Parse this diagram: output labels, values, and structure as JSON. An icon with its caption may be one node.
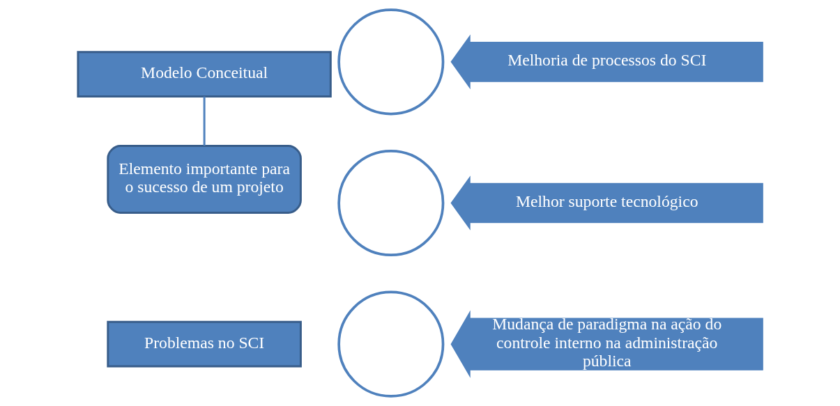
{
  "diagram": {
    "nodes": [
      {
        "text": [
          "Problemas no SCI"
        ]
      },
      {
        "text": [
          "Modelo Conceitual"
        ]
      },
      {
        "text": [
          "Elemento importante para o sucesso de um projeto"
        ]
      },
      {
        "text": [],
        "shape": "circle"
      },
      {
        "text": [
          "Mudança de paradigma na ação do controle interno na administração pública"
        ]
      },
      {
        "text": [],
        "shape": "circle"
      },
      {
        "text": [
          "Melhoria de processos do SCI"
        ]
      },
      {
        "text": [],
        "shape": "circle"
      },
      {
        "text": [
          "Melhor suporte tecnológico"
        ]
      }
    ],
    "edges": [
      {
        "from": 1,
        "to": 2,
        "arrow": "none"
      }
    ]
  }
}
